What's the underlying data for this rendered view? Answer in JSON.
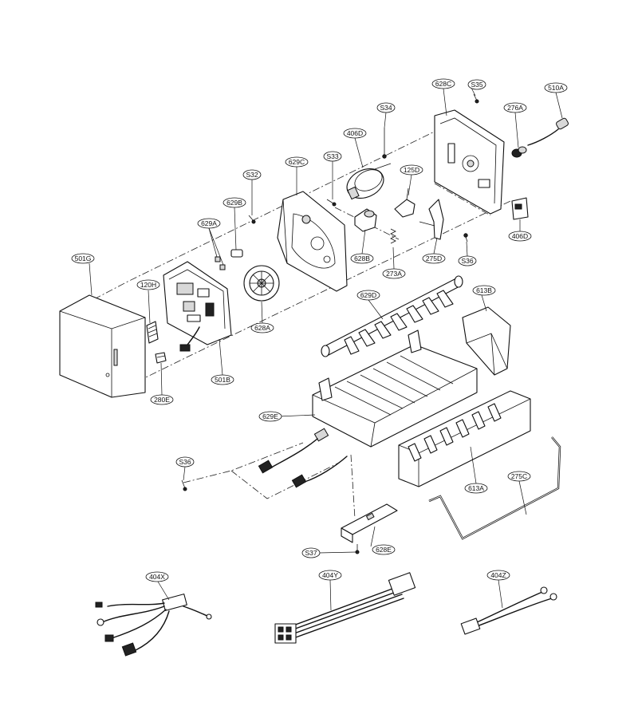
{
  "labels": {
    "p628C": "628C",
    "pS35": "S35",
    "p510A": "510A",
    "p276A": "276A",
    "pS34": "S34",
    "p406D_top": "406D",
    "p406D_right": "406D",
    "p125D": "125D",
    "pS33": "S33",
    "p629C": "629C",
    "pS32": "S32",
    "p629B": "629B",
    "p629A": "629A",
    "p628B": "628B",
    "p273A": "273A",
    "p275D": "275D",
    "pS36_top": "S36",
    "p501G": "501G",
    "p120H": "120H",
    "p628A": "628A",
    "p629D": "629D",
    "p613B": "613B",
    "p501B": "501B",
    "p280E": "280E",
    "p629E": "629E",
    "pS36_left": "S36",
    "p613A": "613A",
    "p275C": "275C",
    "pS37": "S37",
    "p628E": "628E",
    "p404X": "404X",
    "p404Y": "404Y",
    "p404Z": "404Z"
  }
}
